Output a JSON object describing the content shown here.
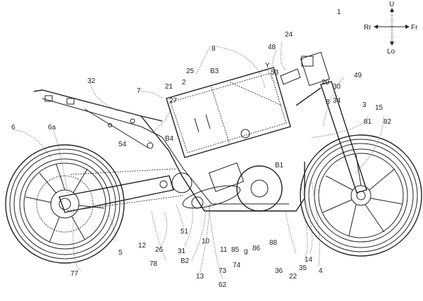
{
  "figure": {
    "title": "Motorcycle side view patent drawing",
    "direction_indicator": {
      "up": "U",
      "down": "Lo",
      "rear": "Rr",
      "front": "Fr"
    },
    "reference_labels": [
      {
        "id": "1",
        "text": "1"
      },
      {
        "id": "2",
        "text": "2"
      },
      {
        "id": "3",
        "text": "3"
      },
      {
        "id": "4",
        "text": "4"
      },
      {
        "id": "5",
        "text": "5"
      },
      {
        "id": "6",
        "text": "6"
      },
      {
        "id": "6a",
        "text": "6a"
      },
      {
        "id": "7",
        "text": "7"
      },
      {
        "id": "8a",
        "text": "8"
      },
      {
        "id": "8b",
        "text": "8"
      },
      {
        "id": "10",
        "text": "10"
      },
      {
        "id": "11",
        "text": "11"
      },
      {
        "id": "12",
        "text": "12"
      },
      {
        "id": "13",
        "text": "13"
      },
      {
        "id": "14",
        "text": "14"
      },
      {
        "id": "15",
        "text": "15"
      },
      {
        "id": "21",
        "text": "21"
      },
      {
        "id": "22",
        "text": "22"
      },
      {
        "id": "24",
        "text": "24"
      },
      {
        "id": "25",
        "text": "25"
      },
      {
        "id": "26",
        "text": "26"
      },
      {
        "id": "27",
        "text": "27"
      },
      {
        "id": "29",
        "text": "29"
      },
      {
        "id": "30",
        "text": "30"
      },
      {
        "id": "31",
        "text": "31"
      },
      {
        "id": "32",
        "text": "32"
      },
      {
        "id": "34",
        "text": "34"
      },
      {
        "id": "35",
        "text": "35"
      },
      {
        "id": "36",
        "text": "36"
      },
      {
        "id": "48",
        "text": "48"
      },
      {
        "id": "49",
        "text": "49"
      },
      {
        "id": "51",
        "text": "51"
      },
      {
        "id": "53",
        "text": "53"
      },
      {
        "id": "54",
        "text": "54"
      },
      {
        "id": "62",
        "text": "62"
      },
      {
        "id": "73",
        "text": "73"
      },
      {
        "id": "74",
        "text": "74"
      },
      {
        "id": "77",
        "text": "77"
      },
      {
        "id": "78",
        "text": "78"
      },
      {
        "id": "81",
        "text": "81"
      },
      {
        "id": "82",
        "text": "82"
      },
      {
        "id": "85",
        "text": "85"
      },
      {
        "id": "86",
        "text": "86"
      },
      {
        "id": "88",
        "text": "88"
      },
      {
        "id": "g",
        "text": "g"
      },
      {
        "id": "Y",
        "text": "Y"
      },
      {
        "id": "B1",
        "text": "B1"
      },
      {
        "id": "B2",
        "text": "B2"
      },
      {
        "id": "B3",
        "text": "B3"
      },
      {
        "id": "B4",
        "text": "B4"
      }
    ]
  }
}
